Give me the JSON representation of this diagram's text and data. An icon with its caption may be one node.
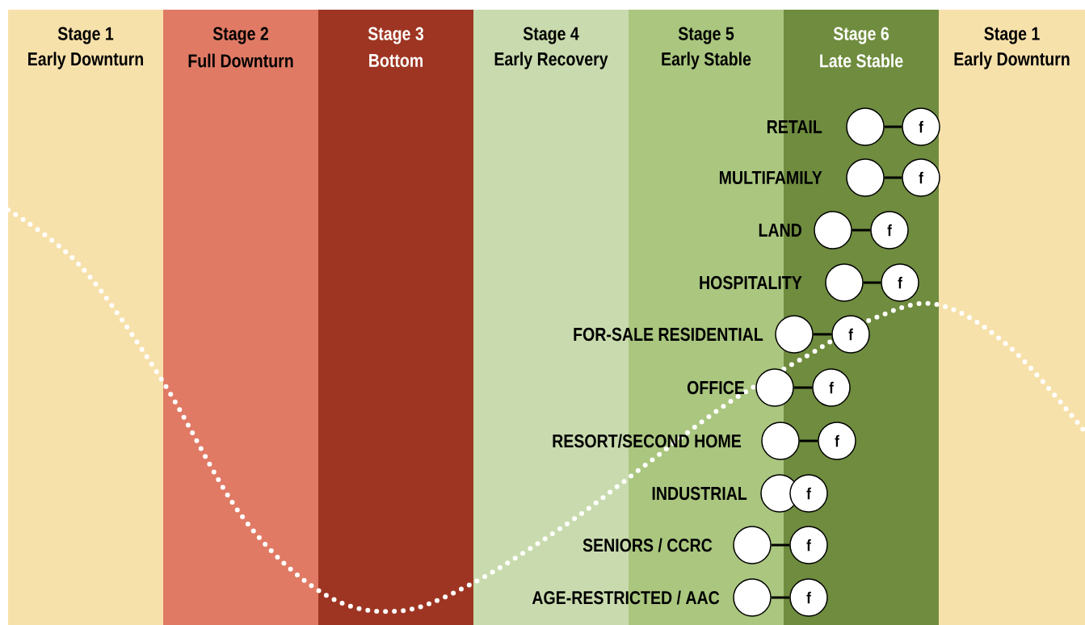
{
  "diagram": {
    "nodes": [
      {
        "text": [],
        "shape": "circle",
        "beside": [
          "RETAIL"
        ]
      },
      {
        "text": [
          "f"
        ]
      },
      {
        "text": [],
        "shape": "circle",
        "beside": [
          "MULTIFAMILY"
        ]
      },
      {
        "text": [
          "f"
        ]
      },
      {
        "text": [],
        "shape": "circle",
        "beside": [
          "LAND"
        ]
      },
      {
        "text": [
          "f"
        ]
      },
      {
        "text": [],
        "shape": "circle",
        "beside": [
          "HOSPITALITY"
        ]
      },
      {
        "text": [
          "f"
        ]
      },
      {
        "text": [],
        "shape": "circle",
        "beside": [
          "FOR-SALE RESIDENTIAL"
        ]
      },
      {
        "text": [
          "f"
        ]
      },
      {
        "text": [],
        "shape": "circle",
        "beside": [
          "OFFICE"
        ]
      },
      {
        "text": [
          "f"
        ]
      },
      {
        "text": [],
        "shape": "circle",
        "beside": [
          "RESORT/SECOND HOME"
        ]
      },
      {
        "text": [
          "f"
        ]
      },
      {
        "text": [],
        "shape": "circle",
        "beside": [
          "INDUSTRIAL"
        ]
      },
      {
        "text": [
          "f"
        ]
      },
      {
        "text": [],
        "shape": "circle",
        "beside": [
          "SENIORS / CCRC"
        ]
      },
      {
        "text": [
          "f"
        ]
      },
      {
        "text": [],
        "shape": "circle",
        "beside": [
          "AGE-RESTRICTED / AAC"
        ]
      },
      {
        "text": [
          "f"
        ]
      }
    ],
    "edges": [
      {
        "from": 0,
        "to": 1,
        "arrow": "none"
      },
      {
        "from": 2,
        "to": 3,
        "arrow": "none"
      },
      {
        "from": 4,
        "to": 5,
        "arrow": "none"
      },
      {
        "from": 6,
        "to": 7,
        "arrow": "none"
      },
      {
        "from": 8,
        "to": 9,
        "arrow": "none"
      },
      {
        "from": 10,
        "to": 11,
        "arrow": "none"
      },
      {
        "from": 12,
        "to": 13,
        "arrow": "none"
      },
      {
        "from": 16,
        "to": 17,
        "arrow": "none"
      },
      {
        "from": 18,
        "to": 19,
        "arrow": "none"
      }
    ],
    "labels": [
      "Stage 1",
      "Early Downturn",
      "Stage 2",
      "Full Downturn",
      "Stage 3",
      "Bottom",
      "Stage 4",
      "Early Recovery",
      "Stage 5",
      "Early Stable",
      "Stage 6",
      "Late Stable",
      "Stage 1",
      "Early Downturn"
    ]
  }
}
